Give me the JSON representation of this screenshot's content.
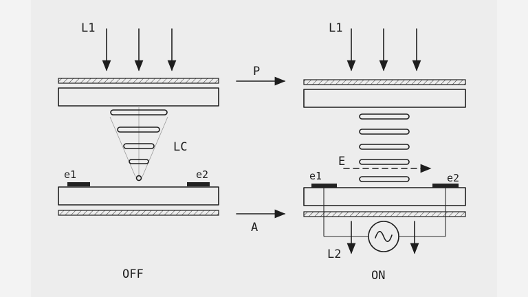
{
  "labels": {
    "light_in_left": "L1",
    "light_in_right": "L1",
    "polarizer": "P",
    "analyzer": "A",
    "liquid_crystal": "LC",
    "electrode_1_left": "e1",
    "electrode_2_left": "e2",
    "electrode_1_right": "e1",
    "electrode_2_right": "e2",
    "field": "E",
    "light_out": "L2",
    "state_off": "OFF",
    "state_on": "ON"
  }
}
